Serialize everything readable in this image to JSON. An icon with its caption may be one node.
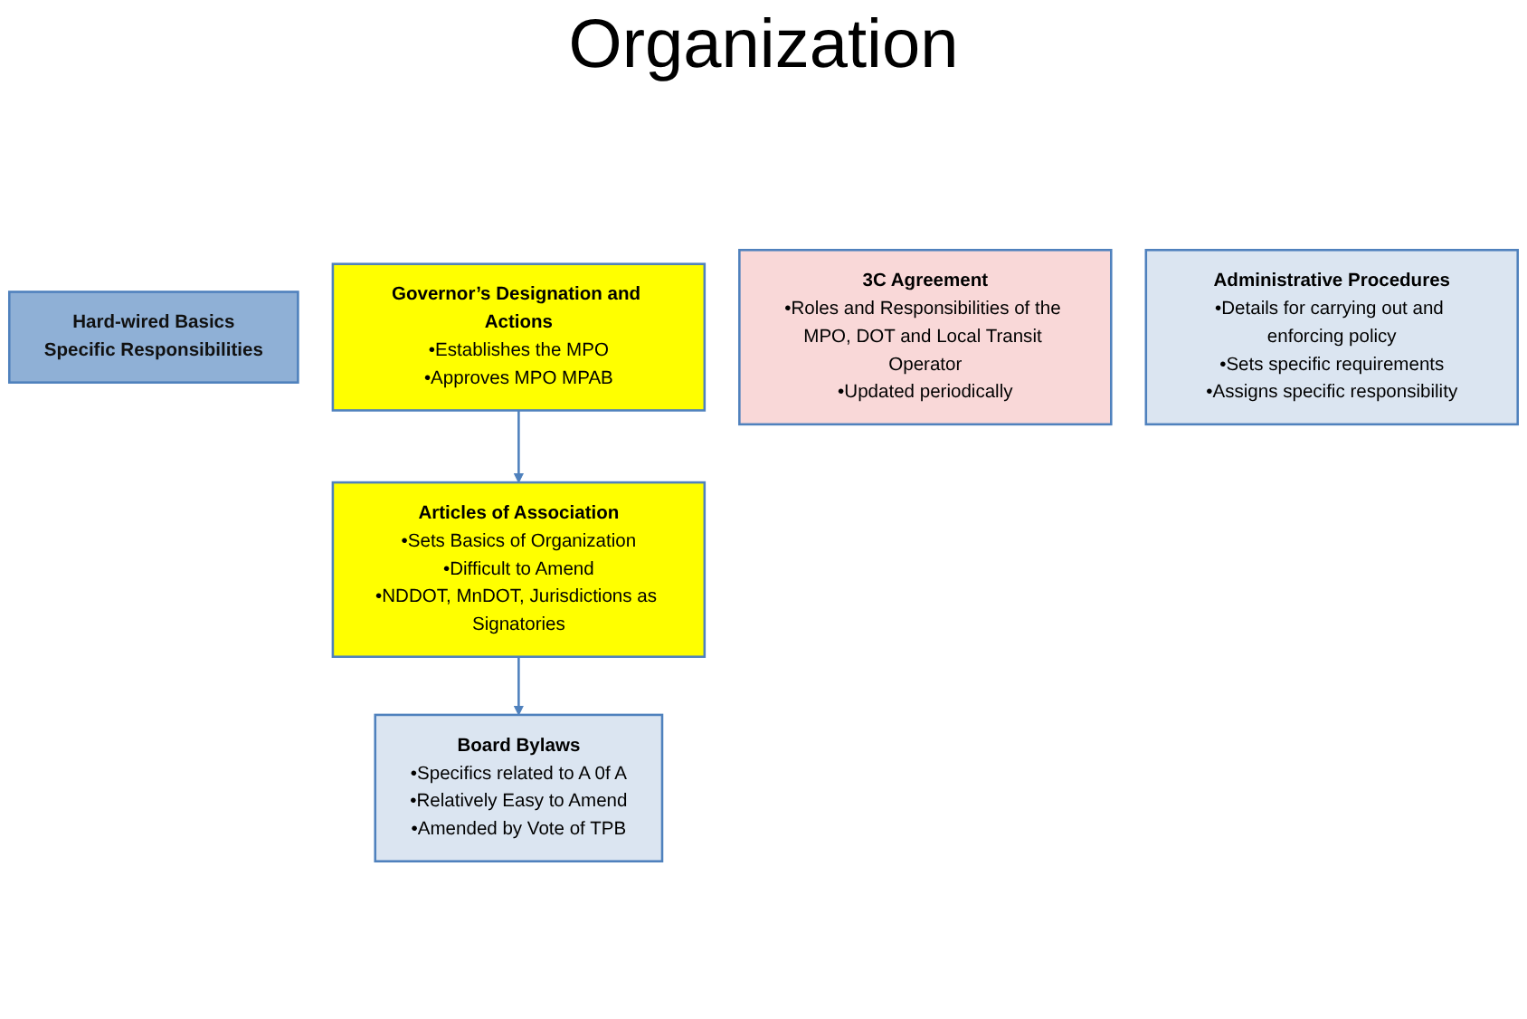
{
  "diagram": {
    "title": "Organization",
    "nodes": [
      {
        "text": [
          "Hard-wired Basics",
          "Specific Responsibilities"
        ]
      },
      {
        "text": [
          "Articles of Association",
          "•Sets Basics of Organization",
          "•Difficult to Amend",
          "•NDDOT, MnDOT, Jurisdictions as Signatories"
        ]
      },
      {
        "text": [
          "Governor’s Designation and Actions",
          "•Establishes the MPO",
          "•Approves MPO MPAB"
        ]
      },
      {
        "text": [
          "3C Agreement",
          "•Roles and Responsibilities of the MPO, DOT and Local Transit Operator",
          "•Updated periodically"
        ]
      },
      {
        "text": [
          "Board Bylaws",
          "•Specifics related to A 0f A",
          "•Relatively Easy to Amend",
          "•Amended by Vote of TPB"
        ]
      },
      {
        "text": [
          "Administrative Procedures",
          "•Details for carrying out and enforcing policy",
          "•Sets specific requirements",
          "•Assigns specific responsibility"
        ]
      }
    ],
    "edges": [
      {
        "from": 2,
        "to": 1,
        "arrow": "to"
      },
      {
        "from": 1,
        "to": 4,
        "arrow": "to"
      }
    ]
  }
}
